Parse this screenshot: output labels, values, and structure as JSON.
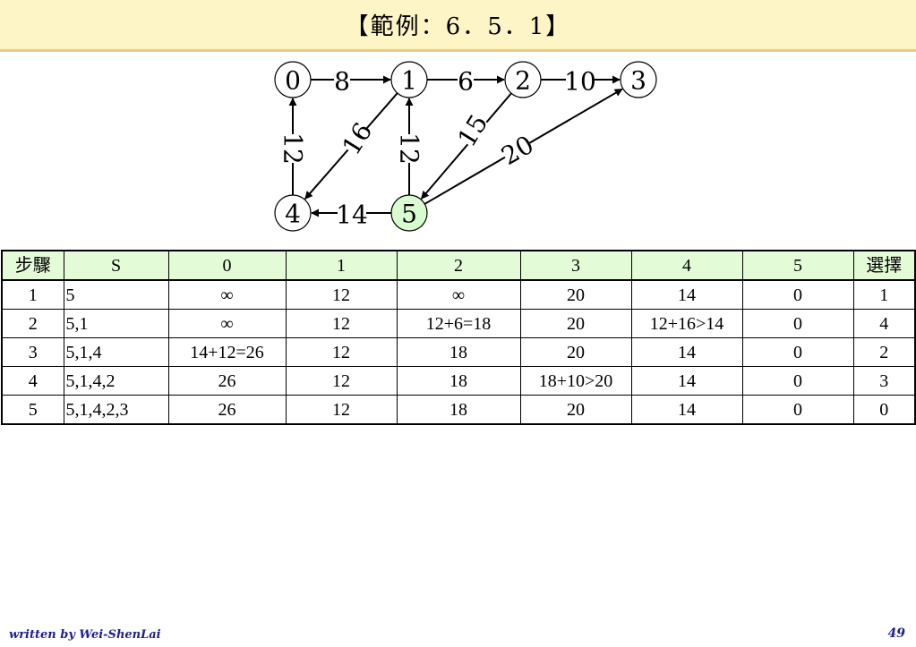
{
  "header": {
    "title": "【範例：6．5．1】"
  },
  "graph": {
    "nodes": [
      "0",
      "1",
      "2",
      "3",
      "4",
      "5"
    ],
    "edges": [
      {
        "from": "0",
        "to": "1",
        "weight": "8"
      },
      {
        "from": "1",
        "to": "2",
        "weight": "6"
      },
      {
        "from": "2",
        "to": "3",
        "weight": "10"
      },
      {
        "from": "4",
        "to": "0",
        "weight": "12"
      },
      {
        "from": "1",
        "to": "4",
        "weight": "16"
      },
      {
        "from": "5",
        "to": "1",
        "weight": "12"
      },
      {
        "from": "2",
        "to": "5",
        "weight": "15"
      },
      {
        "from": "5",
        "to": "3",
        "weight": "20"
      },
      {
        "from": "5",
        "to": "4",
        "weight": "14"
      }
    ],
    "highlight_node": "5",
    "highlight_color": "#d9fbd0"
  },
  "table": {
    "headers": [
      "步驟",
      "S",
      "0",
      "1",
      "2",
      "3",
      "4",
      "5",
      "選擇"
    ],
    "rows": [
      [
        "1",
        "5",
        "∞",
        "12",
        "∞",
        "20",
        "14",
        "0",
        "1"
      ],
      [
        "2",
        "5,1",
        "∞",
        "12",
        "12+6=18",
        "20",
        "12+16>14",
        "0",
        "4"
      ],
      [
        "3",
        "5,1,4",
        "14+12=26",
        "12",
        "18",
        "20",
        "14",
        "0",
        "2"
      ],
      [
        "4",
        "5,1,4,2",
        "26",
        "12",
        "18",
        "18+10>20",
        "14",
        "0",
        "3"
      ],
      [
        "5",
        "5,1,4,2,3",
        "26",
        "12",
        "18",
        "20",
        "14",
        "0",
        "0"
      ]
    ],
    "header_bg": "#e4fbd8"
  },
  "footer": {
    "author": "written by Wei-ShenLai",
    "page": "49"
  }
}
